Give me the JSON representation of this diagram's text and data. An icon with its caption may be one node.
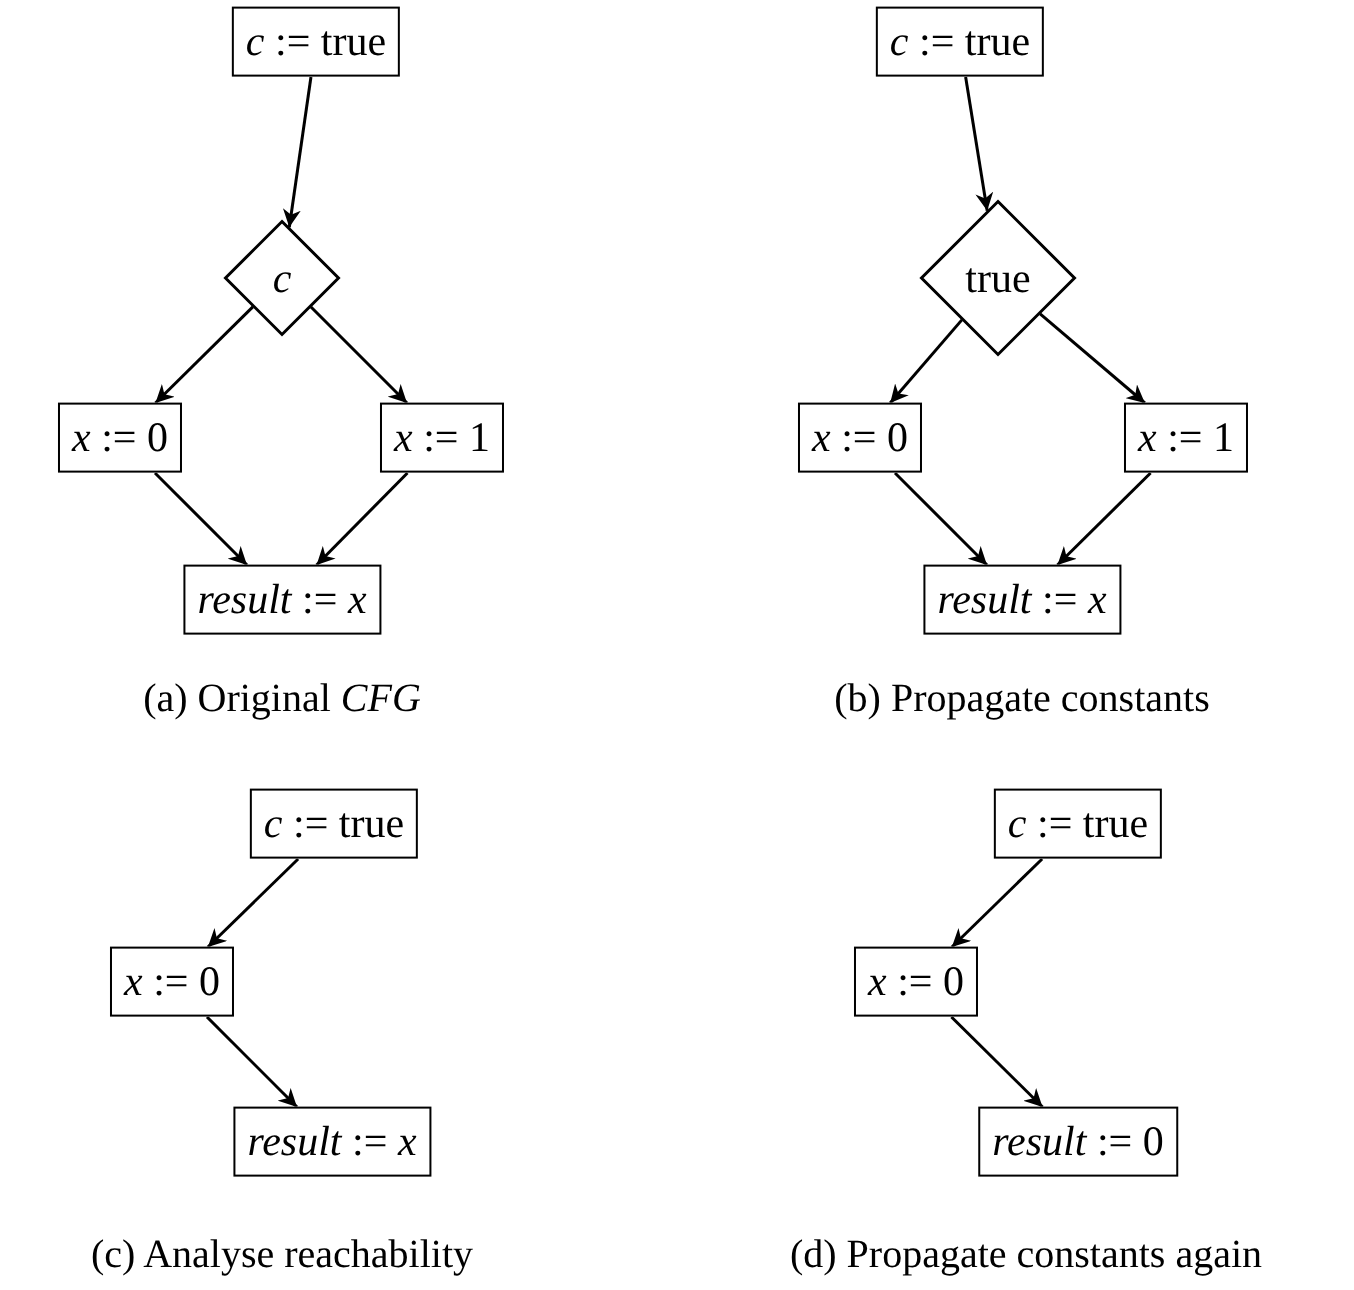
{
  "diagram": {
    "nodes": [
      {
        "text": [
          "*c* := true"
        ]
      },
      {
        "text": [
          "*c*"
        ]
      },
      {
        "text": [
          "*x* := 0"
        ]
      },
      {
        "text": [
          "*x* := 1"
        ]
      },
      {
        "text": [
          "*result* := *x*"
        ]
      },
      {
        "text": [
          "*c* := true"
        ]
      },
      {
        "text": [
          "true"
        ]
      },
      {
        "text": [
          "*x* := 0"
        ]
      },
      {
        "text": [
          "*x* := 1"
        ]
      },
      {
        "text": [
          "*result* := *x*"
        ]
      },
      {
        "text": [
          "*c* := true"
        ]
      },
      {
        "text": [
          "*x* := 0"
        ]
      },
      {
        "text": [
          "*result* := *x*"
        ]
      },
      {
        "text": [
          "*c* := true"
        ]
      },
      {
        "text": [
          "*x* := 0"
        ]
      },
      {
        "text": [
          "*result* := 0"
        ]
      }
    ],
    "edges": [
      {
        "from": 0,
        "to": 1,
        "arrow": "to"
      },
      {
        "from": 1,
        "to": 2,
        "arrow": "to"
      },
      {
        "from": 1,
        "to": 3,
        "arrow": "to"
      },
      {
        "from": 2,
        "to": 4,
        "arrow": "to"
      },
      {
        "from": 3,
        "to": 4,
        "arrow": "to"
      },
      {
        "from": 5,
        "to": 6,
        "arrow": "to"
      },
      {
        "from": 6,
        "to": 7,
        "arrow": "to"
      },
      {
        "from": 6,
        "to": 8,
        "arrow": "to"
      },
      {
        "from": 7,
        "to": 9,
        "arrow": "to"
      },
      {
        "from": 8,
        "to": 9,
        "arrow": "to"
      },
      {
        "from": 10,
        "to": 11,
        "arrow": "to"
      },
      {
        "from": 11,
        "to": 12,
        "arrow": "to"
      },
      {
        "from": 13,
        "to": 14,
        "arrow": "to"
      },
      {
        "from": 14,
        "to": 15,
        "arrow": "to"
      }
    ],
    "labels": [
      "(a) Original *CFG*",
      "(b) Propagate constants",
      "(c) Analyse reachability",
      "(d) Propagate constants again"
    ]
  }
}
